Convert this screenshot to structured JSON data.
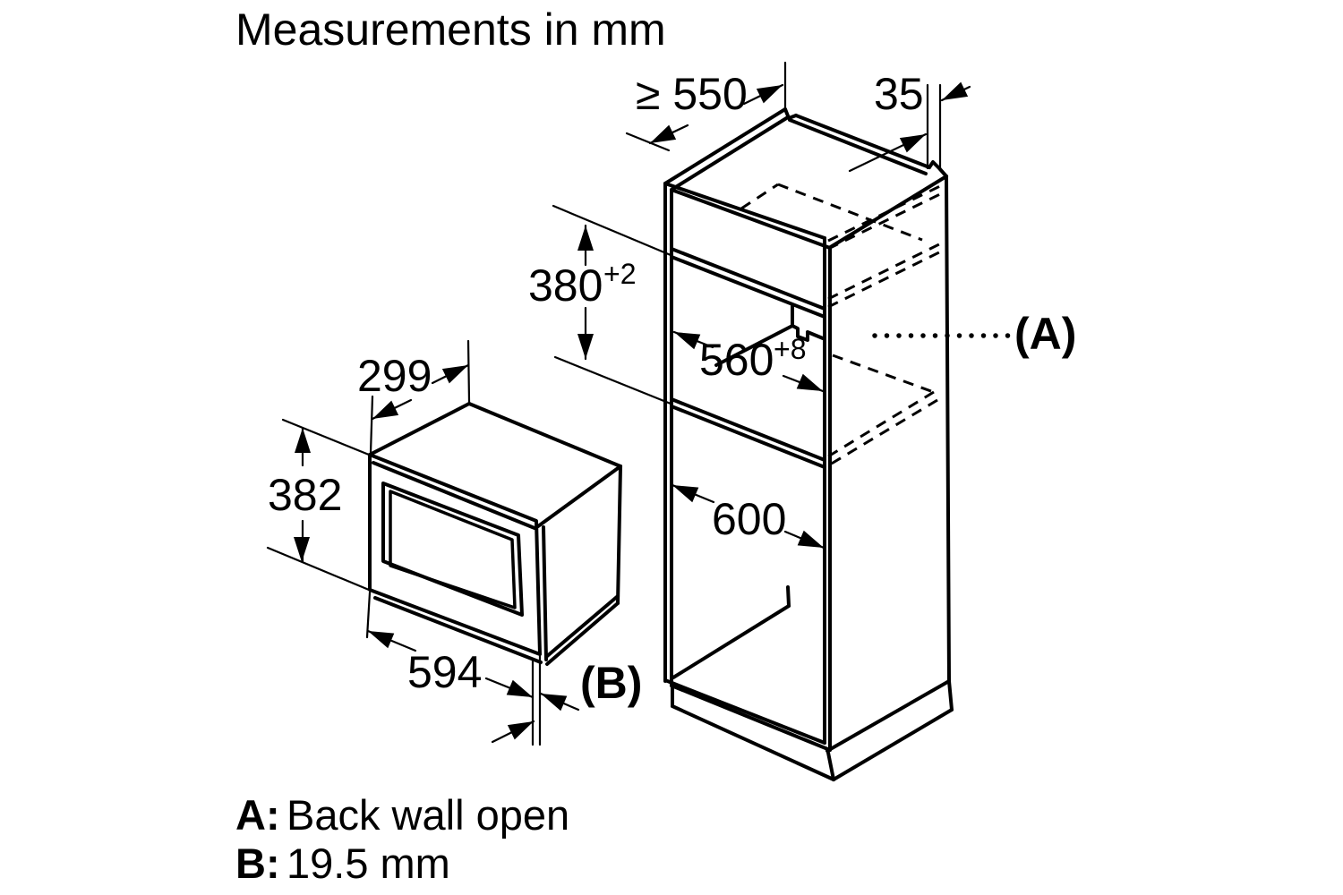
{
  "title": "Measurements in mm",
  "colors": {
    "line": "#000000",
    "background": "#ffffff"
  },
  "microwave": {
    "depth": "299",
    "height": "382",
    "width": "594",
    "front_gap_ref": "(B)"
  },
  "cabinet": {
    "min_depth": "≥ 550",
    "top_clearance": "35",
    "niche_height": "380",
    "niche_height_tolerance": "+2",
    "niche_width": "560",
    "niche_width_tolerance": "+8",
    "lower_niche_width": "600",
    "back_ref": "(A)"
  },
  "legend": {
    "a_key": "A:",
    "a_value": "Back wall open",
    "b_key": "B:",
    "b_value": "19.5 mm"
  }
}
